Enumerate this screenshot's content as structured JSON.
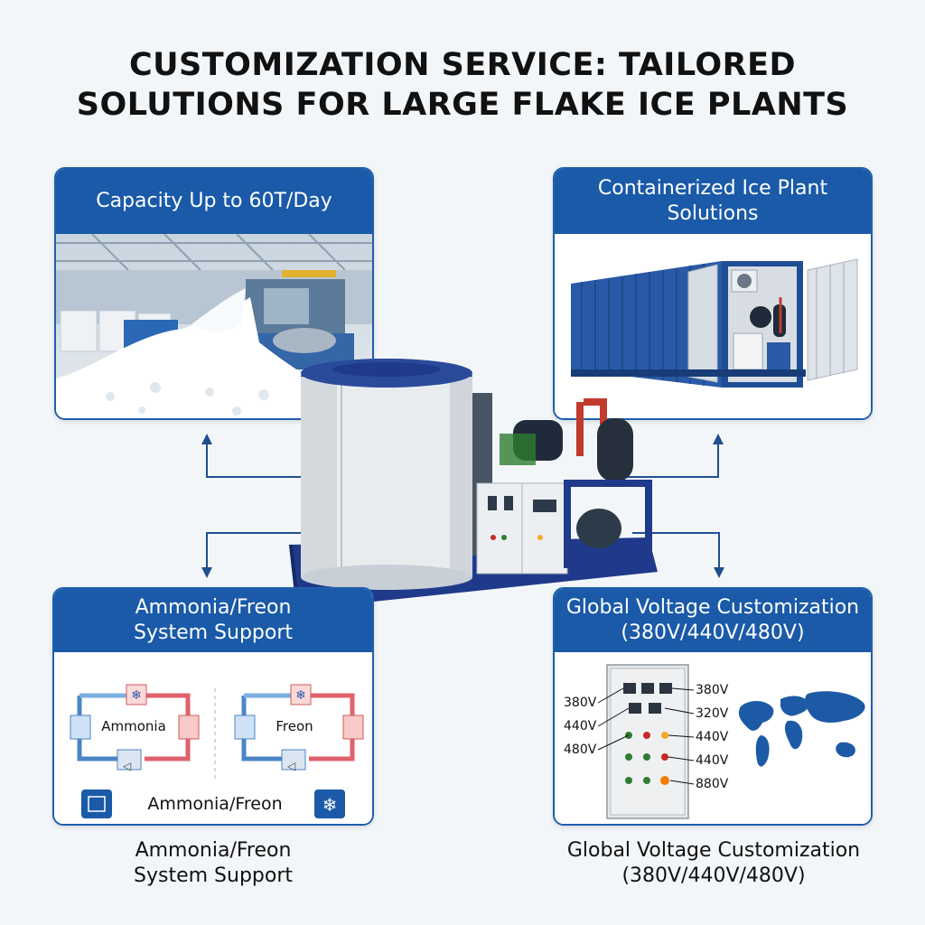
{
  "page": {
    "title_line1": "CUSTOMIZATION SERVICE: TAILORED",
    "title_line2": "SOLUTIONS FOR LARGE FLAKE ICE PLANTS"
  },
  "colors": {
    "accent_blue": "#1a5aa8",
    "background": "#f3f6f9",
    "machine_white": "#e9ecef",
    "machine_navy": "#1f3a8a"
  },
  "cards": {
    "capacity": {
      "title": "Capacity Up to 60T/Day"
    },
    "container": {
      "title_line1": "Containerized Ice Plant",
      "title_line2": "Solutions"
    },
    "refrigerant": {
      "title_line1": "Ammonia/Freon",
      "title_line2": "System Support",
      "cycle_left_label": "Ammonia",
      "cycle_right_label": "Freon",
      "footer_label": "Ammonia/Freon",
      "left_icon": "molecule-box-icon",
      "right_icon": "snowflake-icon"
    },
    "voltage": {
      "title_line1": "Global Voltage Customization",
      "title_line2": "(380V/440V/480V)",
      "left_labels": [
        "380V",
        "440V",
        "480V"
      ],
      "right_labels": [
        "380V",
        "320V",
        "440V",
        "440V",
        "880V"
      ],
      "map_icon": "world-map-icon"
    }
  },
  "captions": {
    "left_line1": "Ammonia/Freon",
    "left_line2": "System Support",
    "right_line1": "Global Voltage Customization",
    "right_line2": "(380V/440V/480V)"
  }
}
